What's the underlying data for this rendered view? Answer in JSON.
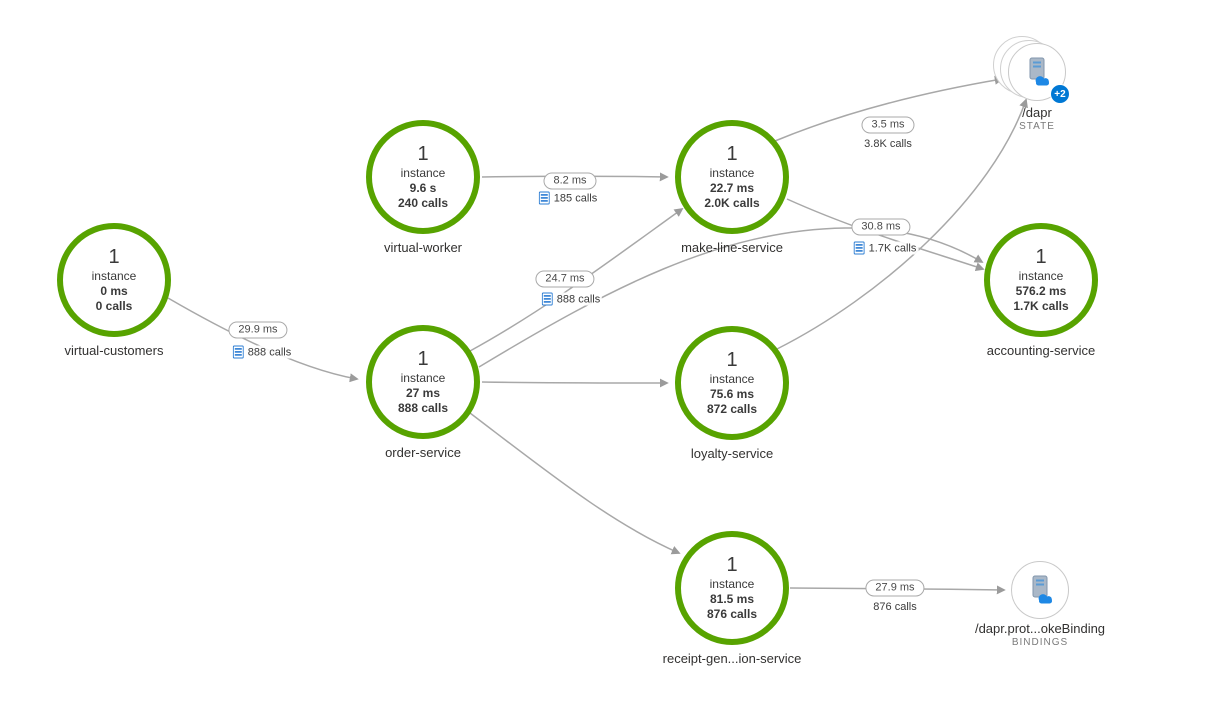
{
  "diagram": {
    "kind": "application-map",
    "background": "#ffffff"
  },
  "colors": {
    "node_ring_green": "#57a300",
    "edge_gray": "#a8a8a8",
    "badge_blue": "#0078d4",
    "pill_border": "#a9a9a9",
    "icon_blue": "#1e88e5"
  },
  "nodes": [
    {
      "id": "virtual-customers",
      "count": "1",
      "instance_label": "instance",
      "latency": "0 ms",
      "calls": "0 calls",
      "label": "virtual-customers"
    },
    {
      "id": "virtual-worker",
      "count": "1",
      "instance_label": "instance",
      "latency": "9.6 s",
      "calls": "240 calls",
      "label": "virtual-worker"
    },
    {
      "id": "order-service",
      "count": "1",
      "instance_label": "instance",
      "latency": "27 ms",
      "calls": "888 calls",
      "label": "order-service"
    },
    {
      "id": "make-line-service",
      "count": "1",
      "instance_label": "instance",
      "latency": "22.7 ms",
      "calls": "2.0K calls",
      "label": "make-line-service"
    },
    {
      "id": "loyalty-service",
      "count": "1",
      "instance_label": "instance",
      "latency": "75.6 ms",
      "calls": "872 calls",
      "label": "loyalty-service"
    },
    {
      "id": "accounting-service",
      "count": "1",
      "instance_label": "instance",
      "latency": "576.2 ms",
      "calls": "1.7K calls",
      "label": "accounting-service"
    },
    {
      "id": "receipt-generation-service",
      "count": "1",
      "instance_label": "instance",
      "latency": "81.5 ms",
      "calls": "876 calls",
      "label": "receipt-gen...ion-service"
    }
  ],
  "resources": [
    {
      "id": "dapr-state",
      "label": "/dapr",
      "type": "STATE",
      "badge": "+2"
    },
    {
      "id": "dapr-binding",
      "label": "/dapr.prot...okeBinding",
      "type": "BINDINGS"
    }
  ],
  "edges": [
    {
      "from": "virtual-customers",
      "to": "order-service",
      "latency": "29.9 ms",
      "calls": "888 calls"
    },
    {
      "from": "virtual-worker",
      "to": "make-line-service",
      "latency": "8.2 ms",
      "calls": "185 calls"
    },
    {
      "from": "order-service",
      "to": "make-line-service",
      "latency": "24.7 ms",
      "calls": "888 calls"
    },
    {
      "from": "make-line-service",
      "to": "dapr-state",
      "latency": "3.5 ms",
      "calls": "3.8K calls"
    },
    {
      "from": "order-service",
      "to": "accounting-service",
      "latency": "30.8 ms",
      "calls": "1.7K calls"
    },
    {
      "from": "receipt-generation-service",
      "to": "dapr-binding",
      "latency": "27.9 ms",
      "calls": "876 calls"
    },
    {
      "from": "order-service",
      "to": "loyalty-service"
    },
    {
      "from": "order-service",
      "to": "receipt-generation-service"
    },
    {
      "from": "make-line-service",
      "to": "accounting-service"
    },
    {
      "from": "loyalty-service",
      "to": "dapr-state"
    }
  ]
}
